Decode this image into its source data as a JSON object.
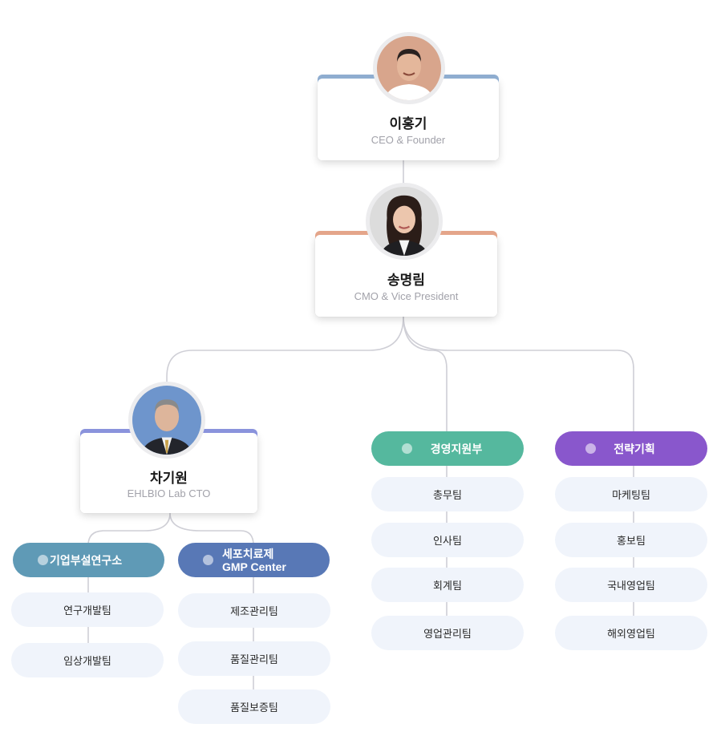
{
  "ceo": {
    "name": "이홍기",
    "role": "CEO & Founder",
    "accent": "#8fadd0"
  },
  "cmo": {
    "name": "송명림",
    "role": "CMO & Vice President",
    "accent": "#e4a58a"
  },
  "cto": {
    "name": "차기원",
    "role": "EHLBIO Lab CTO",
    "accent": "#8a93dc"
  },
  "departments": [
    {
      "label": "기업부설연구소",
      "color": "#5f9ab6",
      "teams": [
        "연구개발팀",
        "임상개발팀"
      ]
    },
    {
      "label_line1": "세포치료제",
      "label_line2": "GMP Center",
      "color": "#5878b6",
      "teams": [
        "제조관리팀",
        "품질관리팀",
        "품질보증팀"
      ]
    },
    {
      "label": "경영지원부",
      "color": "#55b89e",
      "teams": [
        "총무팀",
        "인사팀",
        "회계팀",
        "영업관리팀"
      ]
    },
    {
      "label": "전략기획",
      "color": "#8957cc",
      "teams": [
        "마케팅팀",
        "홍보팀",
        "국내영업팀",
        "해외영업팀"
      ]
    }
  ],
  "colors": {
    "connector": "#cfcfd6",
    "team_bg": "#f0f4fb",
    "avatar_ring": "#ececee"
  },
  "icons": {
    "avatar": "person-photo"
  }
}
